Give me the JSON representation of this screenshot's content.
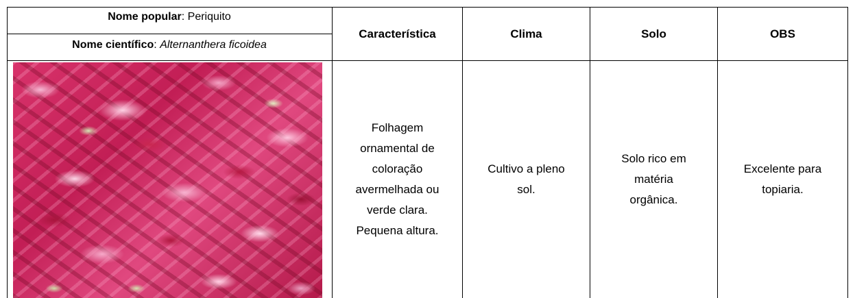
{
  "plant": {
    "popular_name_label": "Nome popular",
    "popular_name_value": "Periquito",
    "scientific_name_label": "Nome científico",
    "scientific_name_value": "Alternanthera ficoidea"
  },
  "columns": {
    "caracteristica": "Característica",
    "clima": "Clima",
    "solo": "Solo",
    "obs": "OBS"
  },
  "row": {
    "caracteristica_lines": [
      "Folhagem",
      "ornamental de",
      "coloração",
      "avermelhada ou",
      "verde clara.",
      "Pequena altura."
    ],
    "clima_lines": [
      "Cultivo a pleno",
      "sol."
    ],
    "solo_lines": [
      "Solo rico em",
      "matéria",
      "orgânica."
    ],
    "obs_lines": [
      "Excelente para",
      "topiaria."
    ]
  }
}
